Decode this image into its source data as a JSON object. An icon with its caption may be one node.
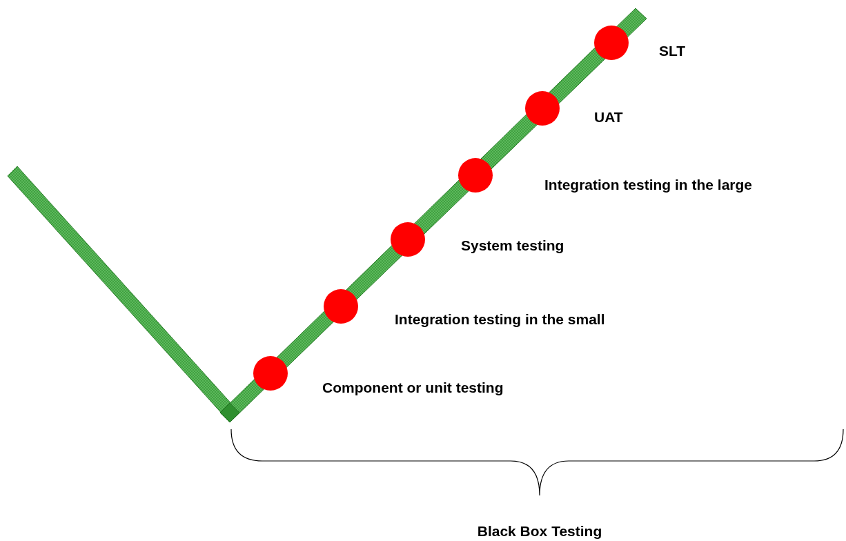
{
  "diagram": {
    "nodes": [
      {
        "text": [],
        "shape": "circle",
        "beside": [
          "Component or unit testing"
        ]
      },
      {
        "text": [],
        "shape": "circle",
        "beside": [
          "Integration testing in the small"
        ]
      },
      {
        "text": [],
        "shape": "circle",
        "beside": [
          "System testing"
        ]
      },
      {
        "text": [],
        "shape": "circle",
        "beside": [
          "Integration testing in the large"
        ]
      },
      {
        "text": [],
        "shape": "circle",
        "beside": [
          "UAT"
        ]
      },
      {
        "text": [],
        "shape": "circle",
        "beside": [
          "SLT"
        ]
      }
    ],
    "labels": [
      "Black Box Testing"
    ]
  }
}
